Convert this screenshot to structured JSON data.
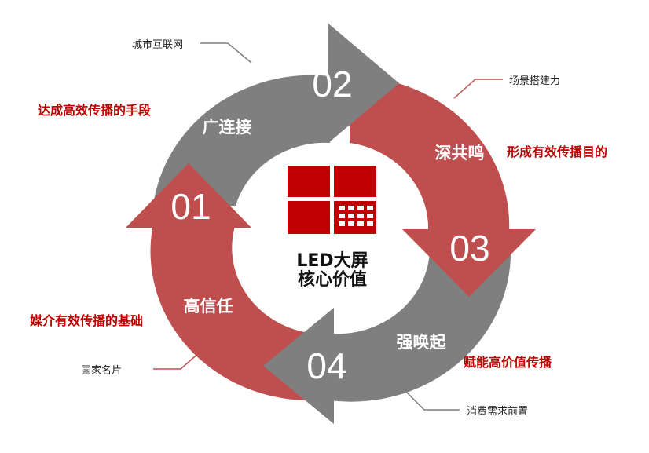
{
  "center": {
    "line1": "LED大屏",
    "line2": "核心价值"
  },
  "segments": [
    {
      "number": "01",
      "title": "高信任"
    },
    {
      "number": "02",
      "title": "广连接"
    },
    {
      "number": "03",
      "title": "深共鸣"
    },
    {
      "number": "04",
      "title": "强唤起"
    }
  ],
  "red_labels": {
    "top_left": "达成高效传播的手段",
    "right": "形成有效传播目的",
    "left": "媒介有效传播的基础",
    "bottom_right": "赋能高价值传播"
  },
  "small_labels": {
    "top_left": "城市互联网",
    "top_right": "场景搭建力",
    "bottom_left": "国家名片",
    "bottom_right": "消费需求前置"
  },
  "colors": {
    "gray": "#7f7f7f",
    "red": "#bf4f4f",
    "accent": "#c00000",
    "dark_red": "#c00000"
  }
}
